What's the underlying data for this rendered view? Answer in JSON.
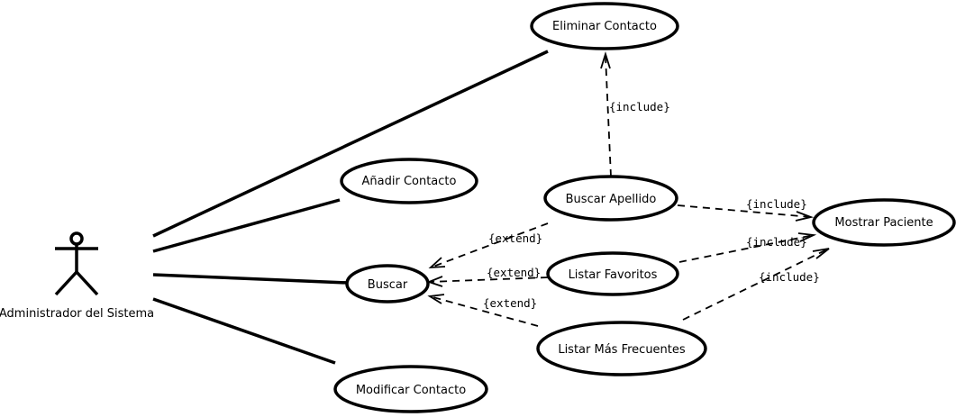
{
  "actor": {
    "name": "Administrador del Sistema"
  },
  "use_cases": {
    "eliminar": "Eliminar Contacto",
    "anadir": "Añadir Contacto",
    "buscar": "Buscar",
    "modificar": "Modificar Contacto",
    "buscar_apellido": "Buscar Apellido",
    "listar_favoritos": "Listar Favoritos",
    "listar_frecuentes": "Listar Más Frecuentes",
    "mostrar_paciente": "Mostrar Paciente"
  },
  "relations": {
    "include_apellido_eliminar": "{include}",
    "include_apellido_mostrar": "{include}",
    "include_favoritos_mostrar": "{include}",
    "include_frecuentes_mostrar": "{include}",
    "extend_apellido_buscar": "{extend}",
    "extend_favoritos_buscar": "{extend}",
    "extend_frecuentes_buscar": "{extend}"
  }
}
